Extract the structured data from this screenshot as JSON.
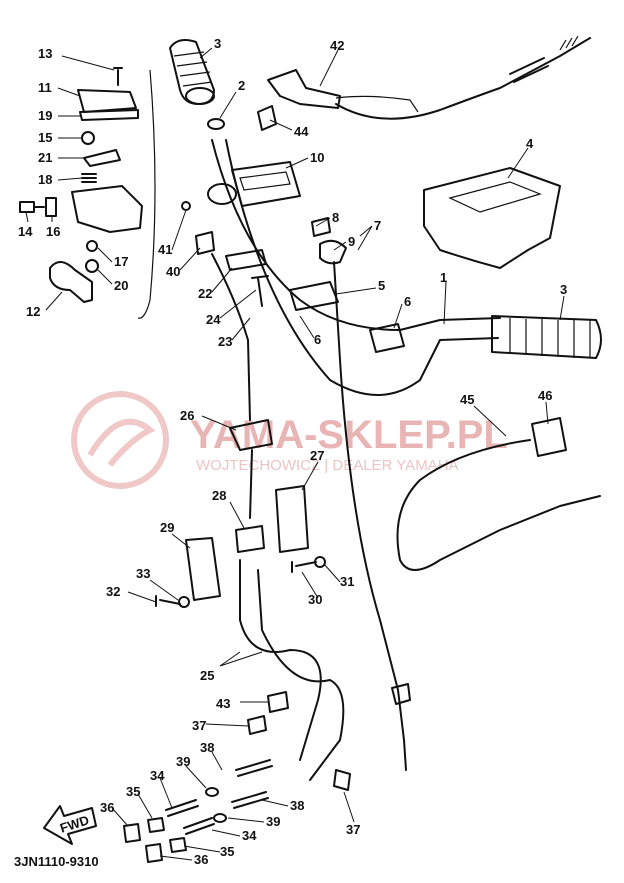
{
  "watermark": {
    "brand": "YAMA-SKLEP.PL",
    "subline": "WOJTECHOWICZ | DEALER YAMAHA"
  },
  "diagram_code": "3JN1110-9310",
  "direction_label": "FWD",
  "callouts": [
    "13",
    "3",
    "2",
    "42",
    "11",
    "19",
    "15",
    "21",
    "18",
    "14",
    "16",
    "17",
    "20",
    "12",
    "44",
    "10",
    "4",
    "8",
    "7",
    "9",
    "41",
    "40",
    "22",
    "24",
    "23",
    "5",
    "6",
    "6",
    "1",
    "3",
    "45",
    "46",
    "26",
    "27",
    "28",
    "29",
    "33",
    "32",
    "31",
    "30",
    "25",
    "43",
    "37",
    "38",
    "39",
    "34",
    "35",
    "36",
    "38",
    "39",
    "34",
    "35",
    "36",
    "37"
  ],
  "colors": {
    "ink": "#111111",
    "watermark": "#e8b4b4"
  }
}
